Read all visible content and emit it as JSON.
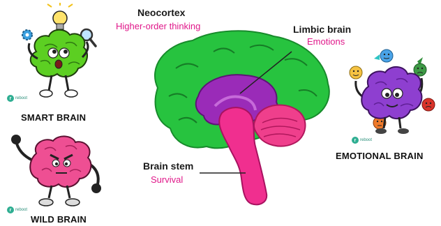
{
  "characters": {
    "smart": {
      "label": "SMART BRAIN",
      "logo_text": "reboot"
    },
    "wild": {
      "label": "WILD BRAIN",
      "logo_text": "reboot"
    },
    "emotional": {
      "label": "EMOTIONAL BRAIN",
      "logo_text": "reboot"
    }
  },
  "regions": {
    "neocortex": {
      "title": "Neocortex",
      "subtitle": "Higher-order thinking"
    },
    "limbic": {
      "title": "Limbic brain",
      "subtitle": "Emotions"
    },
    "brainstem": {
      "title": "Brain stem",
      "subtitle": "Survival"
    }
  },
  "colors": {
    "neocortex": "#27c33f",
    "limbic": "#9a2bb8",
    "cerebellum": "#ef3f8c",
    "brainstem": "#f02f8f",
    "smart_brain": "#5ccf22",
    "wild_brain": "#ee4f93",
    "emotional_brain": "#8e3fd0",
    "subtitle_text": "#e0188a"
  }
}
